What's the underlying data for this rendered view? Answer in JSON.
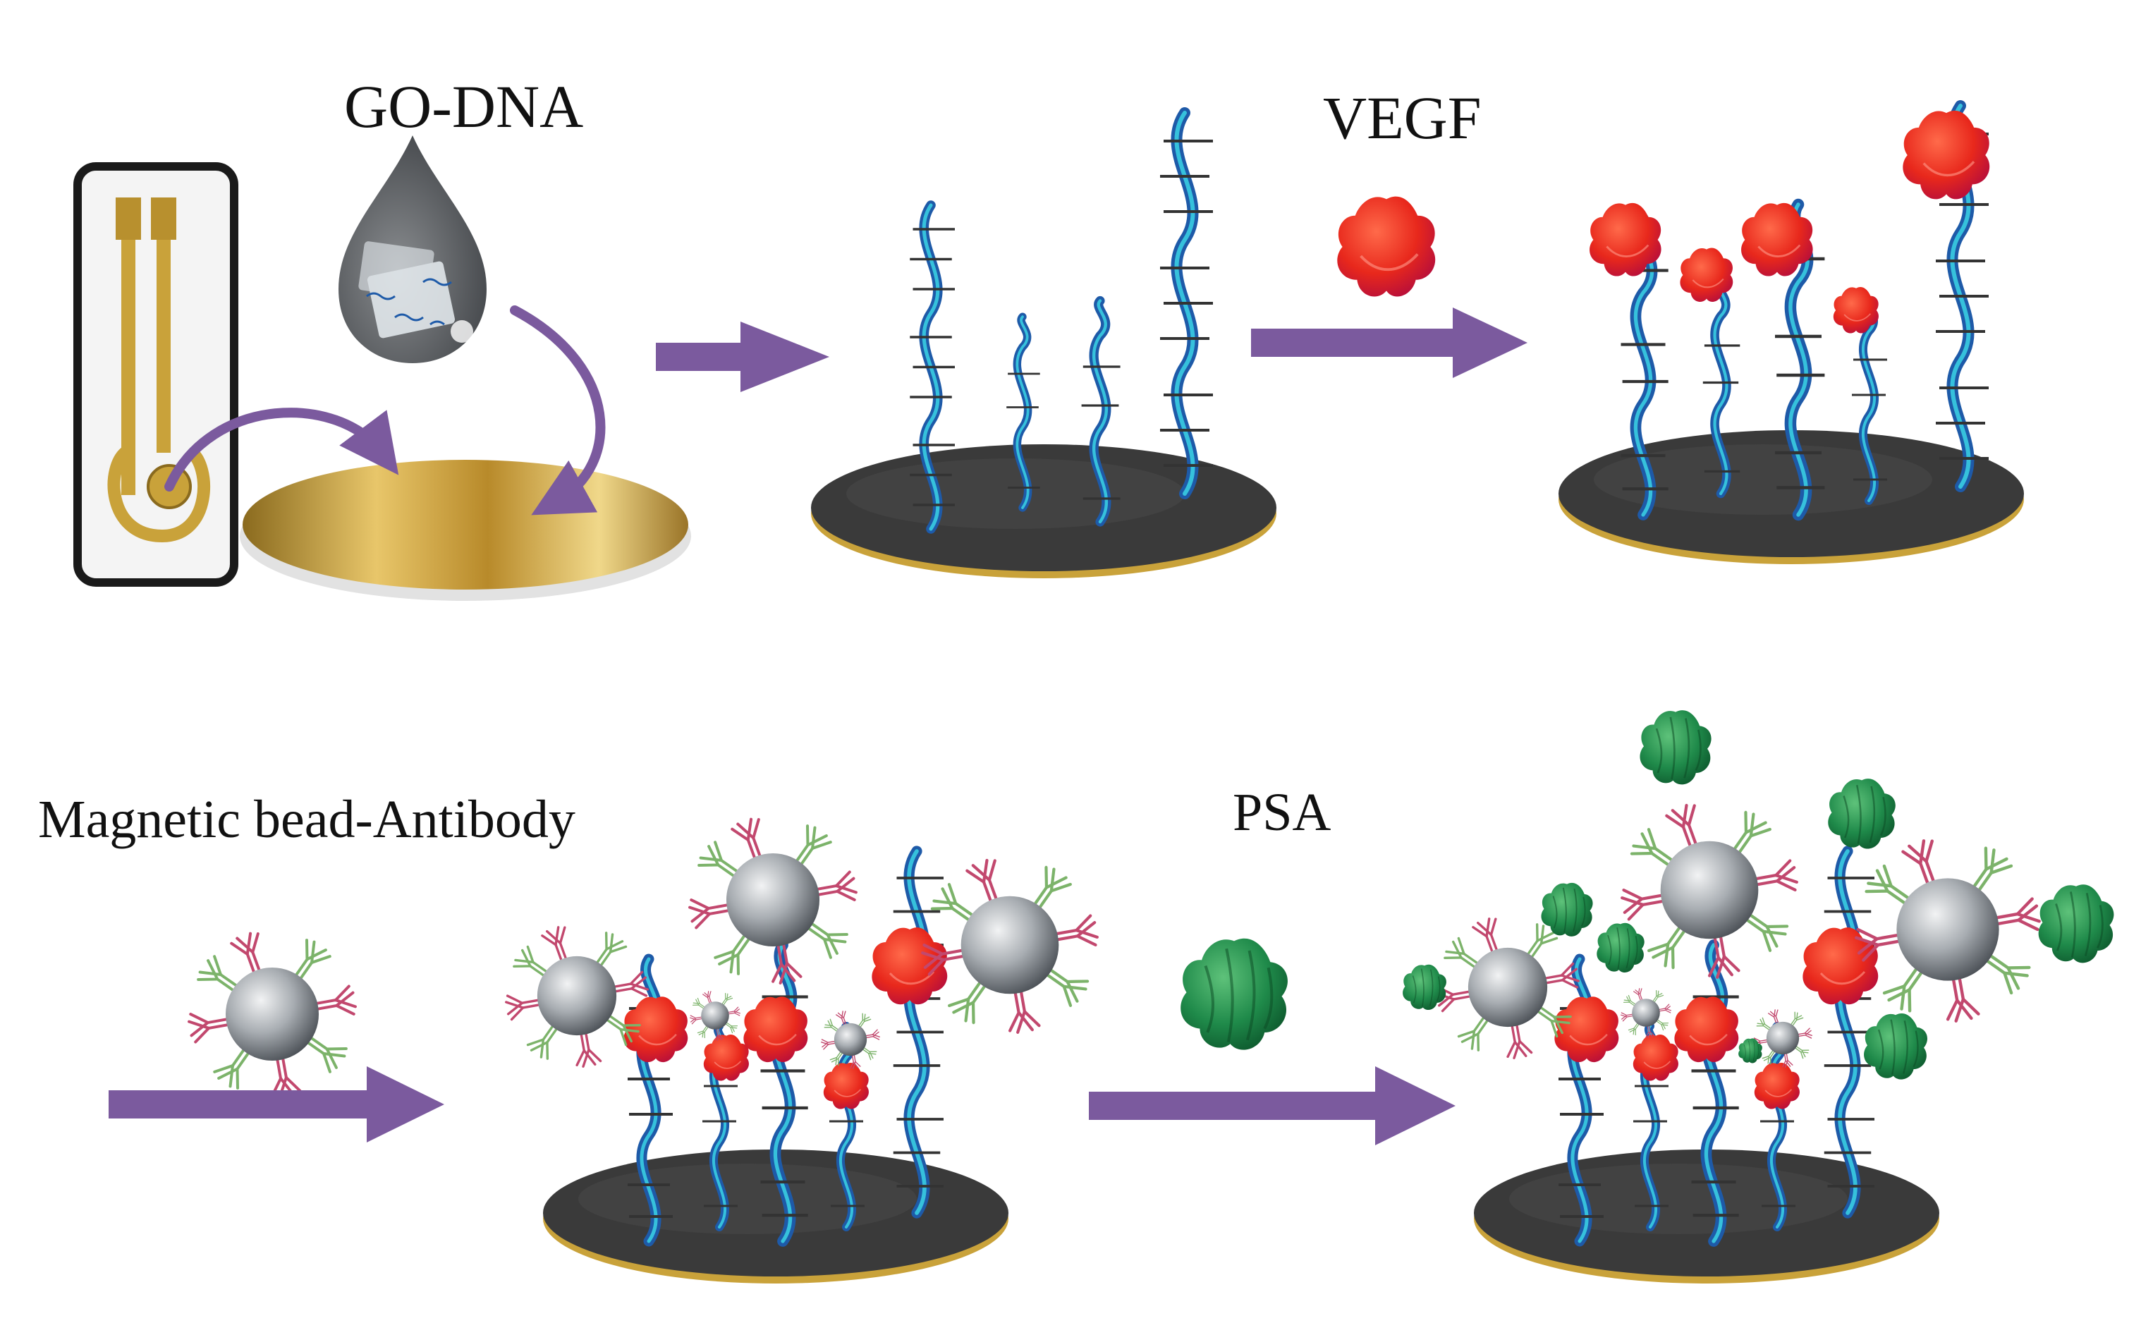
{
  "labels": {
    "go_dna": "GO-DNA",
    "vegf": "VEGF",
    "magnetic_bead_antibody": "Magnetic bead-Antibody",
    "psa": "PSA"
  },
  "colors": {
    "arrow": "#7b5a9e",
    "gold": "#c9a23a",
    "electrode_disc": "#3a3a3a",
    "dna_dark": "#1e5aa8",
    "dna_light": "#36c1dc",
    "vegf": "#e8281c",
    "psa": "#1f8a4a",
    "bead": "#9aa0a6",
    "antibody_pink": "#c2486e",
    "antibody_green": "#7cb36a"
  },
  "icons": [
    "screen-printed-electrode-icon",
    "droplet-icon",
    "dna-strand-icon",
    "vegf-protein-icon",
    "psa-protein-icon",
    "magnetic-bead-icon",
    "antibody-icon"
  ]
}
